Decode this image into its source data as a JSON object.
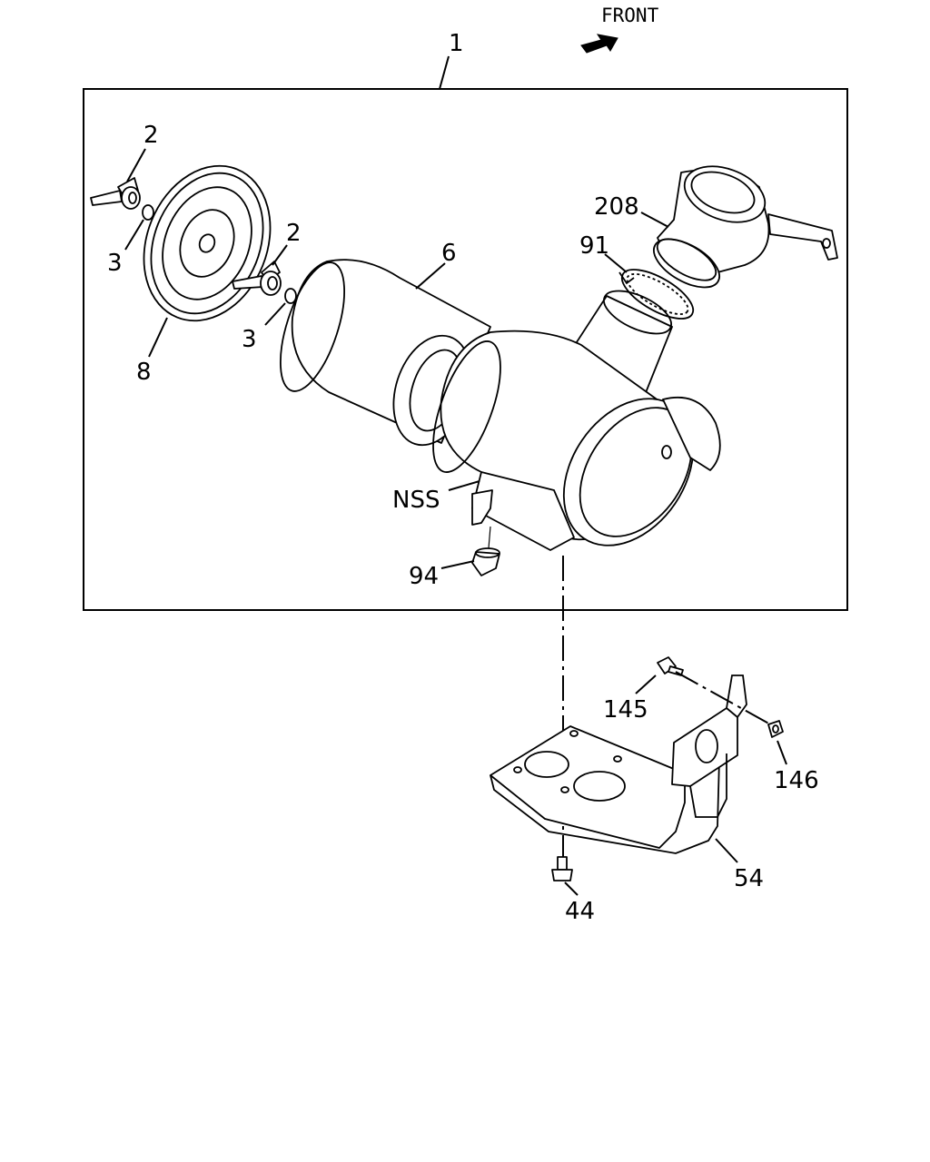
{
  "direction_label": "FRONT",
  "callouts": {
    "assembly": "1",
    "wing_bolt_top": "2",
    "washer_top": "3",
    "wing_bolt_mid": "2",
    "washer_mid": "3",
    "element": "6",
    "cover": "8",
    "outlet_pipe": "208",
    "clamp": "91",
    "nss": "NSS",
    "valve": "94",
    "bolt_145": "145",
    "nut_146": "146",
    "bracket": "54",
    "bolt_44": "44"
  }
}
